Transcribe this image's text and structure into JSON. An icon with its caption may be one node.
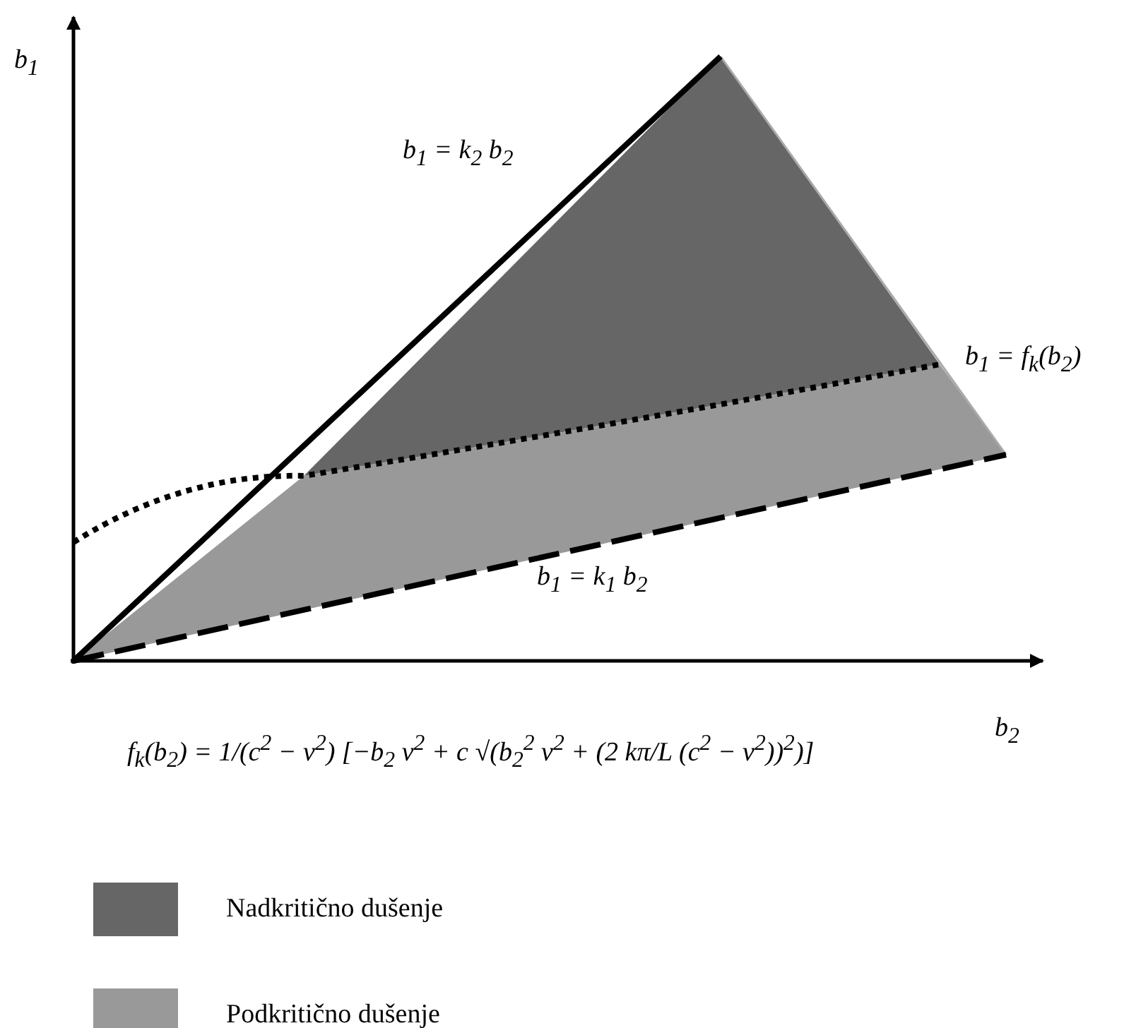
{
  "diagram": {
    "labels": [
      "b$_{1}$",
      "b$_{1}$ = k$_{2}$ b$_{2}$",
      "b$_{1}$ = f$_{k}$(b$_{2}$)",
      "b$_{1}$ = k$_{1}$ b$_{2}$",
      "b$_{2}$",
      "f$_{k}$(b$_{2}$) = 1/(c$^{2}$ − v$^{2}$) [−b$_{2}$ v$^{2}$ + c √(b$_{2}$$^{2}$ v$^{2}$ + (2 kπ/L (c$^{2}$ − v$^{2}$))$^{2}$)]"
    ],
    "legend": [
      {
        "text": "Nadkritično dušenje",
        "color": "#666666"
      },
      {
        "text": "Podkritično dušenje",
        "color": "#999999"
      }
    ]
  }
}
